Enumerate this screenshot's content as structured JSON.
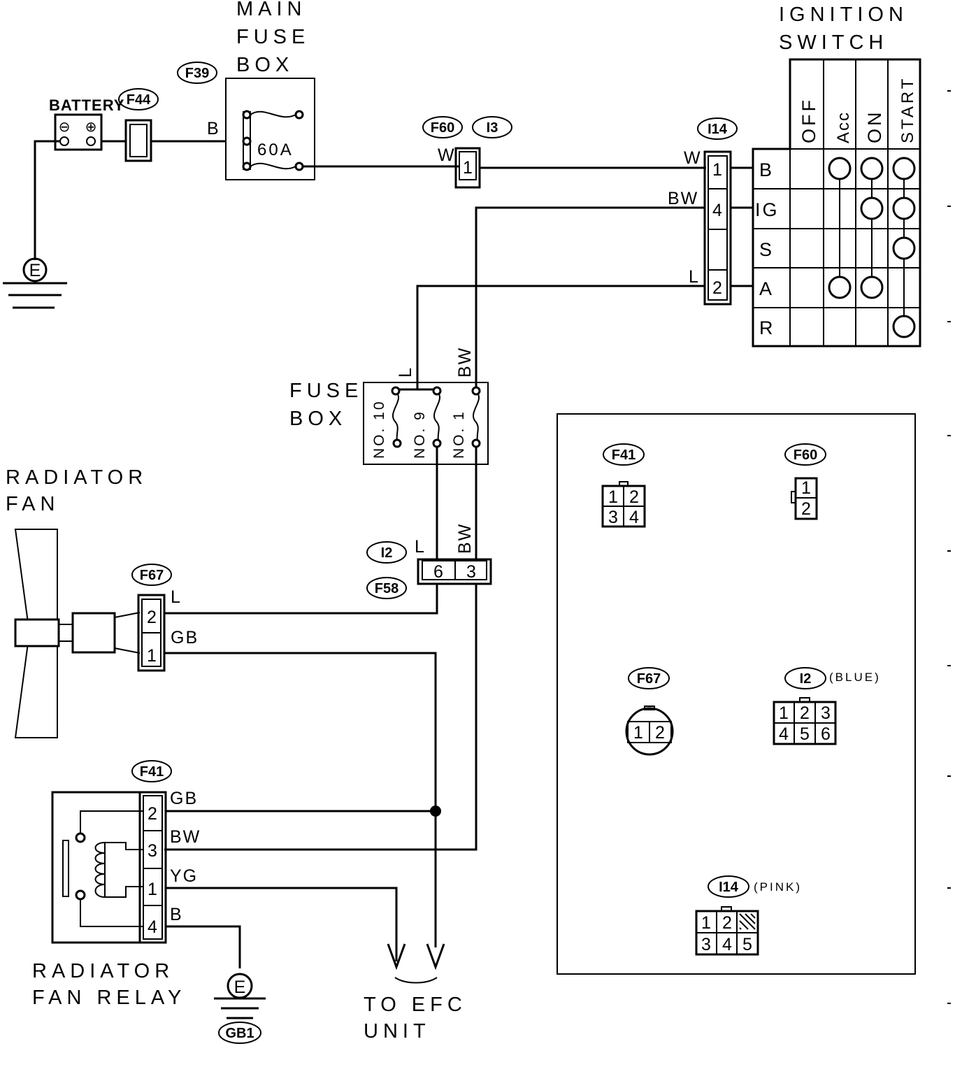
{
  "title": {
    "ignition_line1": "IGNITION",
    "ignition_line2": "SWITCH",
    "main_fuse_line1": "MAIN",
    "main_fuse_line2": "FUSE",
    "main_fuse_line3": "BOX",
    "fuse_line1": "FUSE",
    "fuse_line2": "BOX",
    "fan_line1": "RADIATOR",
    "fan_line2": "FAN",
    "relay_line1": "RADIATOR",
    "relay_line2": "FAN RELAY",
    "efc_line1": "TO EFC",
    "efc_line2": "UNIT"
  },
  "battery": {
    "label": "BATTERY",
    "minus": "⊖",
    "plus": "⊕"
  },
  "ground": {
    "symbol": "E",
    "tag": "GB1"
  },
  "tags": {
    "F39": "F39",
    "F44": "F44",
    "F60": "F60",
    "I3": "I3",
    "I14": "I14",
    "I2": "I2",
    "F58": "F58",
    "F67": "F67",
    "F41": "F41"
  },
  "main_fuse": {
    "rating": "60A"
  },
  "wires": {
    "B": "B",
    "W": "W",
    "BW": "BW",
    "L": "L",
    "GB": "GB",
    "YG": "YG"
  },
  "fuses": {
    "no10": "NO. 10",
    "no9": "NO. 9",
    "no1": "NO. 1"
  },
  "ignition_switch": {
    "positions": [
      "OFF",
      "Acc",
      "ON",
      "START"
    ],
    "terminals": [
      "B",
      "IG",
      "S",
      "A",
      "R"
    ]
  },
  "pins": {
    "i14": [
      "1",
      "4",
      "2"
    ],
    "f60": "1",
    "i2": [
      "6",
      "3"
    ],
    "f67": [
      "2",
      "1"
    ],
    "f41": [
      "2",
      "3",
      "1",
      "4"
    ]
  },
  "connector_views": {
    "f41": [
      "1",
      "2",
      "3",
      "4"
    ],
    "f60": [
      "1",
      "2"
    ],
    "f67": [
      "1",
      "2"
    ],
    "i2": {
      "pins": [
        "1",
        "2",
        "3",
        "4",
        "5",
        "6"
      ],
      "color": "(BLUE)"
    },
    "i14": {
      "pins": [
        "1",
        "2",
        "3",
        "4",
        "5"
      ],
      "color": "(PINK)"
    }
  }
}
